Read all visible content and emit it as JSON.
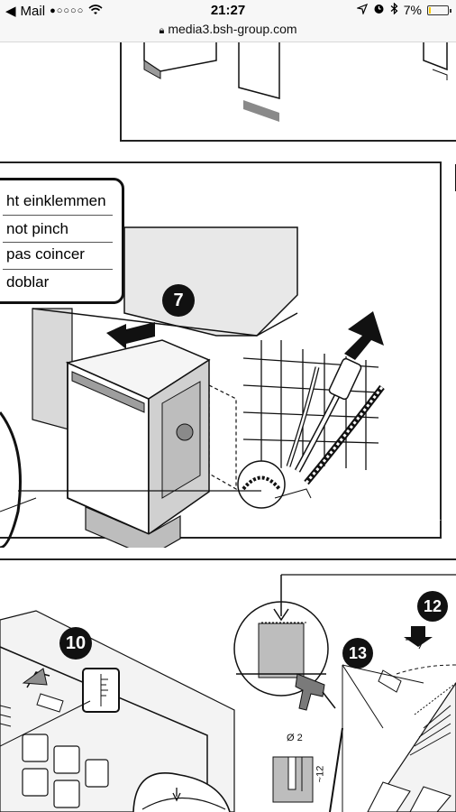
{
  "status_bar": {
    "back_app": "Mail",
    "signal": "●○○○○",
    "time": "21:27",
    "battery_level": 0.07,
    "battery_label": "7%"
  },
  "browser": {
    "url": "media3.bsh-group.com"
  },
  "manual": {
    "warning_lines": [
      "ht einklemmen",
      "not pinch",
      "pas coincer",
      "doblar"
    ],
    "steps": {
      "middle": "7",
      "lower_left": "10",
      "lower_right_a": "12",
      "lower_right_b": "13"
    },
    "dimension_diameter": "Ø 2",
    "dimension_depth": "~12"
  },
  "colors": {
    "ink": "#111111",
    "tile": "#ffffff",
    "grey_part": "#bdbdbd",
    "light": "#f2f2f2"
  }
}
